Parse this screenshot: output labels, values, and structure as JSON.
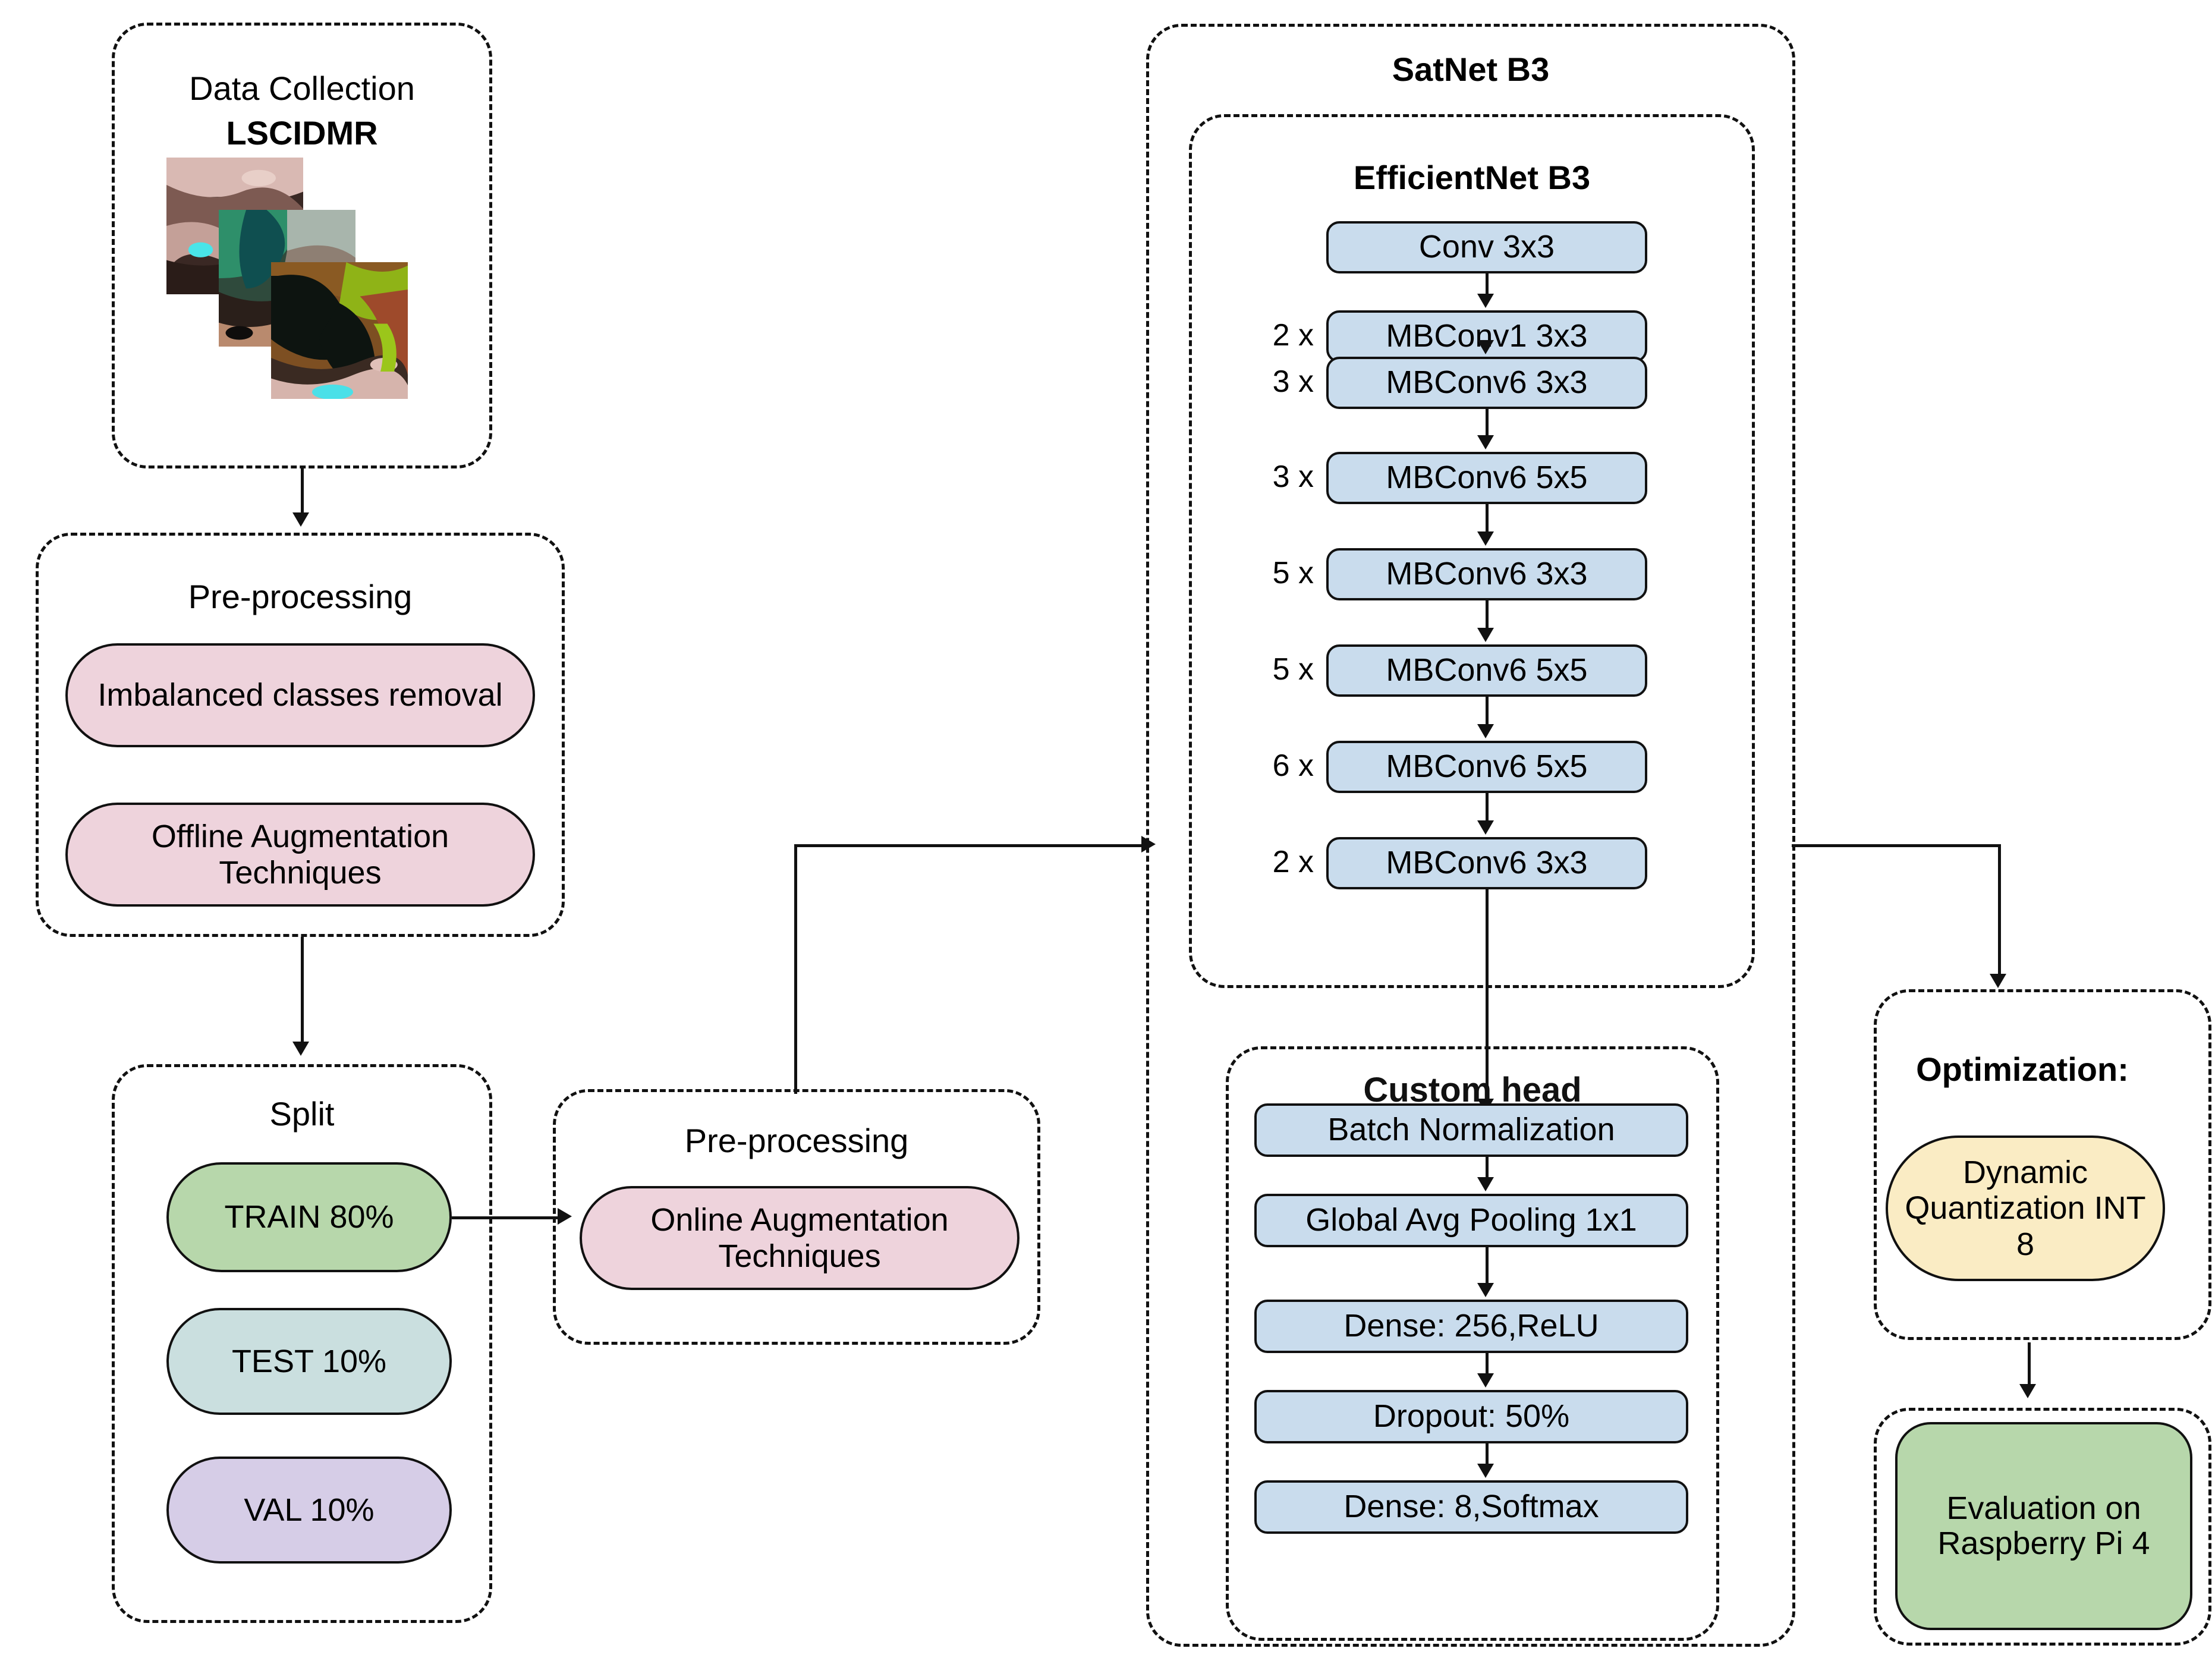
{
  "colors": {
    "pink": "#eed3dc",
    "blue": "#c9dced",
    "green": "#b7d7ab",
    "teal": "#cadfdf",
    "purple": "#d6cde7",
    "cream": "#faecc4",
    "stroke": "#111111",
    "background": "#ffffff"
  },
  "data_collection": {
    "title": "Data Collection",
    "subtitle": "LSCIDMR",
    "image_count": 3
  },
  "preprocessing_offline": {
    "title": "Pre-processing",
    "steps": [
      "Imbalanced classes removal",
      "Offline Augmentation Techniques"
    ]
  },
  "split": {
    "title": "Split",
    "items": [
      {
        "label": "TRAIN 80%",
        "color": "green"
      },
      {
        "label": "TEST 10%",
        "color": "teal"
      },
      {
        "label": "VAL 10%",
        "color": "purple"
      }
    ]
  },
  "preprocessing_online": {
    "title": "Pre-processing",
    "steps": [
      "Online Augmentation Techniques"
    ]
  },
  "satnet": {
    "title": "SatNet B3",
    "backbone": {
      "title": "EfficientNet B3",
      "layers": [
        {
          "multiplier": "",
          "label": "Conv 3x3"
        },
        {
          "multiplier": "2 x",
          "label": "MBConv1  3x3"
        },
        {
          "multiplier": "3 x",
          "label": "MBConv6  3x3"
        },
        {
          "multiplier": "3 x",
          "label": "MBConv6  5x5"
        },
        {
          "multiplier": "5 x",
          "label": "MBConv6  3x3"
        },
        {
          "multiplier": "5 x",
          "label": "MBConv6  5x5"
        },
        {
          "multiplier": "6 x",
          "label": "MBConv6  5x5"
        },
        {
          "multiplier": "2 x",
          "label": "MBConv6  3x3"
        }
      ]
    },
    "head": {
      "title": "Custom head",
      "layers": [
        "Batch Normalization",
        "Global Avg Pooling 1x1",
        "Dense: 256,ReLU",
        "Dropout: 50%",
        "Dense: 8,Softmax"
      ]
    }
  },
  "optimization": {
    "title": "Optimization:",
    "items": [
      "Dynamic Quantization INT 8"
    ]
  },
  "evaluation": {
    "items": [
      "Evaluation on Raspberry Pi 4"
    ]
  }
}
